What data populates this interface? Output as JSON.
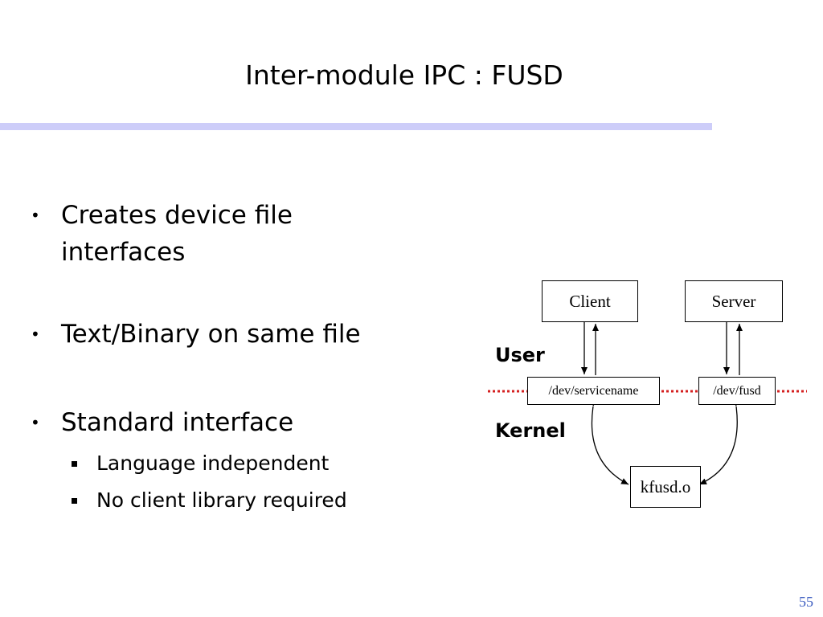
{
  "slide": {
    "title": "Inter-module IPC : FUSD",
    "page_number": "55"
  },
  "bullets": [
    {
      "line1": "Creates device file",
      "line2": "interfaces"
    },
    {
      "line1": "Text/Binary on same file"
    },
    {
      "line1": "Standard interface"
    }
  ],
  "sub_bullets": [
    "Language independent",
    "No client library required"
  ],
  "diagram": {
    "client": "Client",
    "server": "Server",
    "dev_servicename": "/dev/servicename",
    "dev_fusd": "/dev/fusd",
    "kfusd": "kfusd.o",
    "user_label": "User",
    "kernel_label": "Kernel",
    "boundary_color": "#d42020",
    "title_rule_color": "#cdcdf9",
    "page_number_color": "#3b5cc0"
  }
}
